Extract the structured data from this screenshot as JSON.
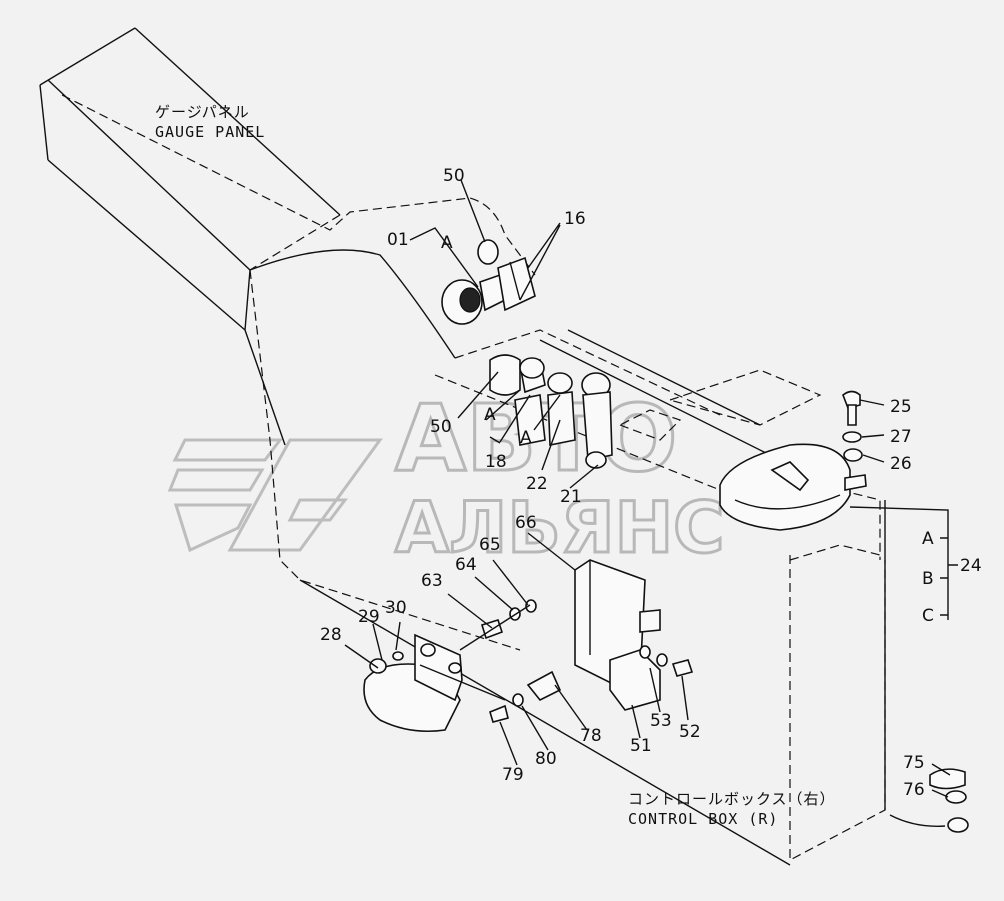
{
  "captions": {
    "gauge_panel_jp": "ゲージパネル",
    "gauge_panel_en": "GAUGE PANEL",
    "control_box_jp": "コントロールボックス（右）",
    "control_box_en": "CONTROL BOX (R)"
  },
  "watermark": {
    "line1": "АВТО",
    "line2": "АЛЬЯНС"
  },
  "callouts": {
    "p50a": "50",
    "p01": "01",
    "pA1": "A",
    "p16": "16",
    "p50b": "50",
    "pA2": "A",
    "p18": "18",
    "pA3": "A",
    "p22": "22",
    "p21": "21",
    "p25": "25",
    "p27": "27",
    "p26": "26",
    "pA4": "A",
    "pB": "B",
    "pC": "C",
    "p24": "24",
    "p66": "66",
    "p65": "65",
    "p64": "64",
    "p63": "63",
    "p28": "28",
    "p29": "29",
    "p30": "30",
    "p53": "53",
    "p52": "52",
    "p51": "51",
    "p78": "78",
    "p80": "80",
    "p79": "79",
    "p75": "75",
    "p76": "76"
  }
}
